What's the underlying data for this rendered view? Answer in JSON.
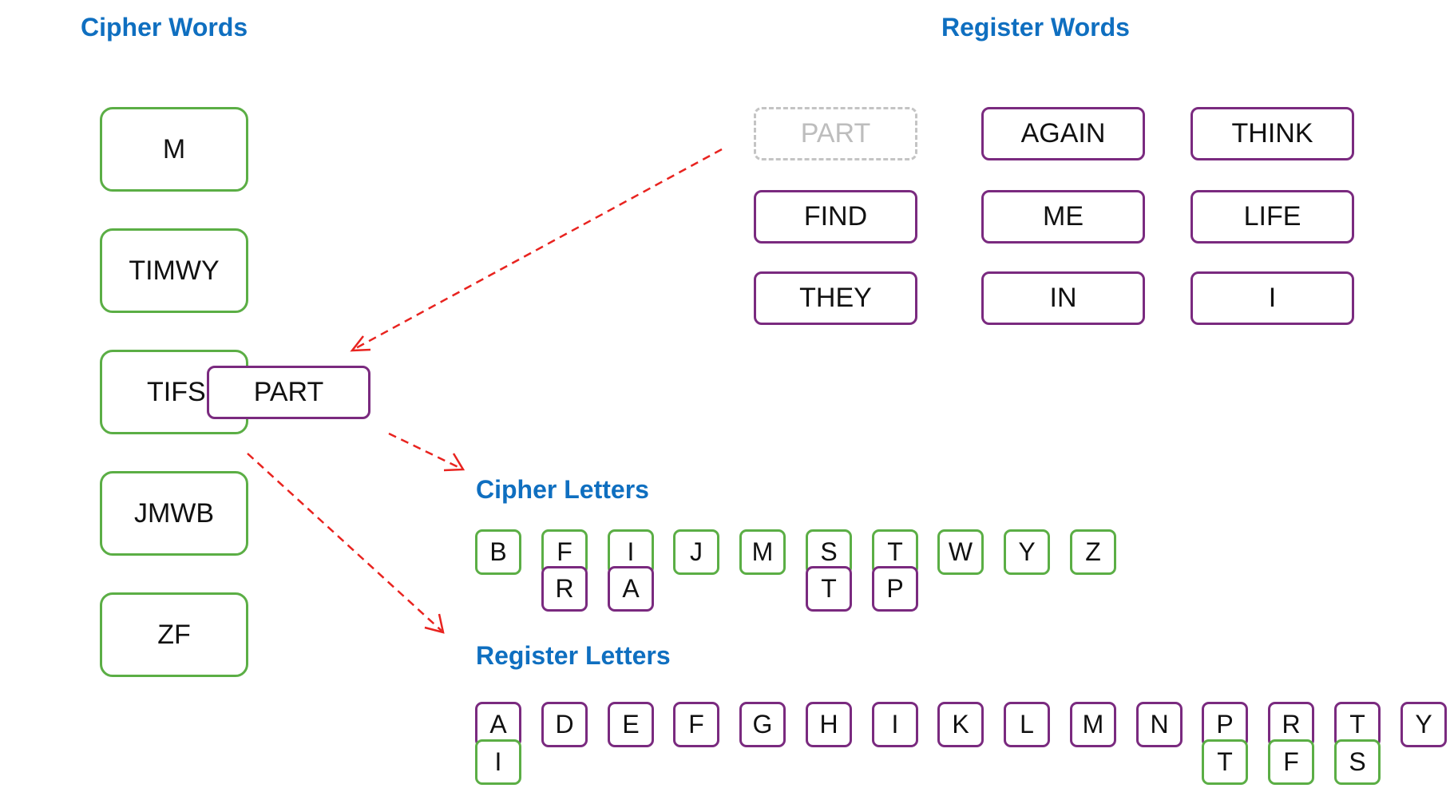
{
  "headings": {
    "cipher_words": "Cipher Words",
    "register_words": "Register Words",
    "cipher_letters": "Cipher Letters",
    "register_letters": "Register Letters"
  },
  "cipher_words": [
    "M",
    "TIMWY",
    "TIFS",
    "JMWB",
    "ZF"
  ],
  "dragged_word": "PART",
  "register_words": {
    "ghost": "PART",
    "items": [
      "AGAIN",
      "THINK",
      "FIND",
      "ME",
      "LIFE",
      "THEY",
      "IN",
      "I"
    ]
  },
  "cipher_letters": {
    "letters": [
      "B",
      "F",
      "I",
      "J",
      "M",
      "S",
      "T",
      "W",
      "Y",
      "Z"
    ],
    "mappings": {
      "F": "R",
      "I": "A",
      "S": "T",
      "T": "P"
    }
  },
  "register_letters": {
    "letters": [
      "A",
      "D",
      "E",
      "F",
      "G",
      "H",
      "I",
      "K",
      "L",
      "M",
      "N",
      "P",
      "R",
      "T",
      "Y"
    ],
    "mappings": {
      "A": "I",
      "P": "T",
      "R": "F",
      "T": "S"
    }
  },
  "colors": {
    "heading": "#0f6fc0",
    "cipher_border": "#5bae45",
    "register_border": "#7a2a7f",
    "ghost_border": "#c4c4c4",
    "arrow": "#e8231f"
  }
}
